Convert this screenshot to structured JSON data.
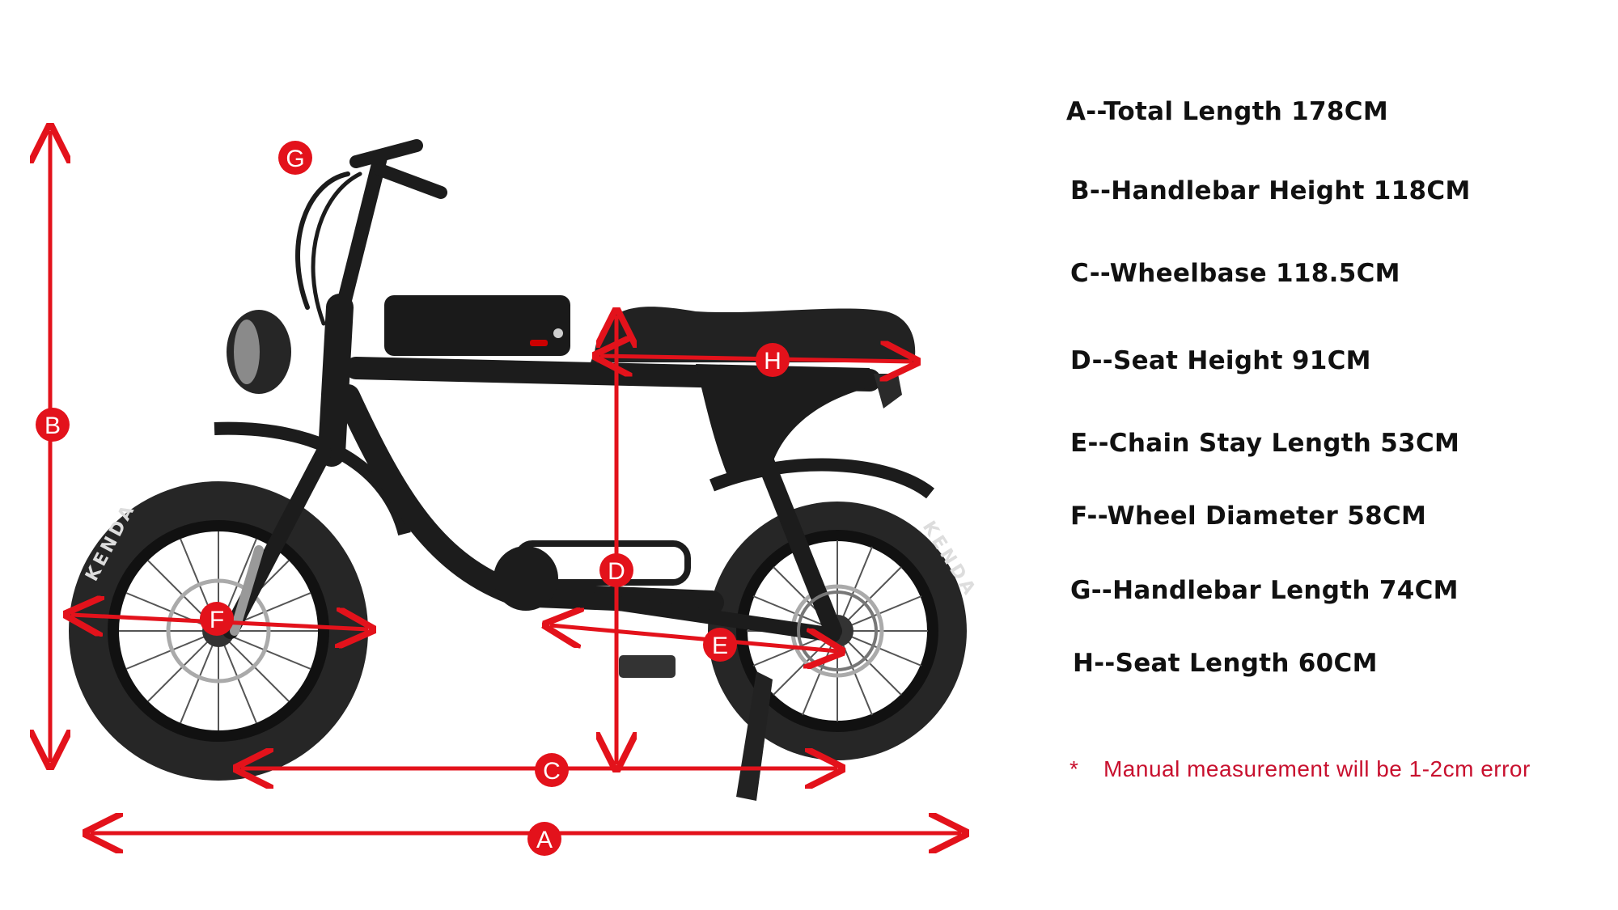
{
  "colors": {
    "accent_red": "#e3121b",
    "note_red": "#c8102e",
    "bike_body": "#1c1c1c",
    "tire": "#262626",
    "text": "#111111"
  },
  "markers": {
    "a": "A",
    "b": "B",
    "c": "C",
    "d": "D",
    "e": "E",
    "f": "F",
    "g": "G",
    "h": "H"
  },
  "tire_brand": "KENDA",
  "specs": [
    "A--Total Length  178CM",
    "B--Handlebar Height  118CM",
    "C--Wheelbase  118.5CM",
    "D--Seat Height  91CM",
    "E--Chain Stay Length  53CM",
    "F--Wheel Diameter  58CM",
    "G--Handlebar Length 74CM",
    "H--Seat Length  60CM"
  ],
  "note": {
    "asterisk": "*",
    "text": "Manual measurement will be 1-2cm error"
  }
}
